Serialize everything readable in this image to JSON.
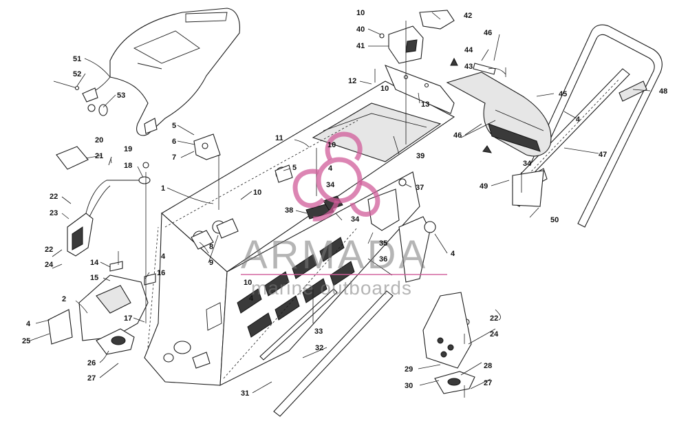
{
  "watermark": {
    "brand": "ARMADA",
    "tagline": "marine outboards",
    "brand_color": "#d05c9a"
  },
  "callouts": {
    "c1": "1",
    "c2": "2",
    "c4a": "4",
    "c4b": "4",
    "c4c": "4",
    "c4d": "4",
    "c4e": "4",
    "c5a": "5",
    "c5b": "5",
    "c6": "6",
    "c7": "7",
    "c8": "8",
    "c9": "9",
    "c10a": "10",
    "c10b": "10",
    "c10c": "10",
    "c10d": "10",
    "c10e": "10",
    "c11": "11",
    "c12": "12",
    "c13": "13",
    "c14": "14",
    "c15": "15",
    "c16": "16",
    "c17": "17",
    "c18": "18",
    "c19": "19",
    "c20": "20",
    "c21": "21",
    "c22a": "22",
    "c22b": "22",
    "c22c": "22",
    "c23": "23",
    "c24a": "24",
    "c24b": "24",
    "c25": "25",
    "c26": "26",
    "c27a": "27",
    "c27b": "27",
    "c28": "28",
    "c29": "29",
    "c30": "30",
    "c31": "31",
    "c32": "32",
    "c33": "33",
    "c34a": "34",
    "c34b": "34",
    "c34c": "34",
    "c35": "35",
    "c36": "36",
    "c37": "37",
    "c38": "38",
    "c39": "39",
    "c40": "40",
    "c41": "41",
    "c42": "42",
    "c43": "43",
    "c44": "44",
    "c45": "45",
    "c46a": "46",
    "c46b": "46",
    "c47": "47",
    "c48": "48",
    "c49": "49",
    "c50": "50",
    "c51": "51",
    "c52": "52",
    "c53": "53"
  }
}
